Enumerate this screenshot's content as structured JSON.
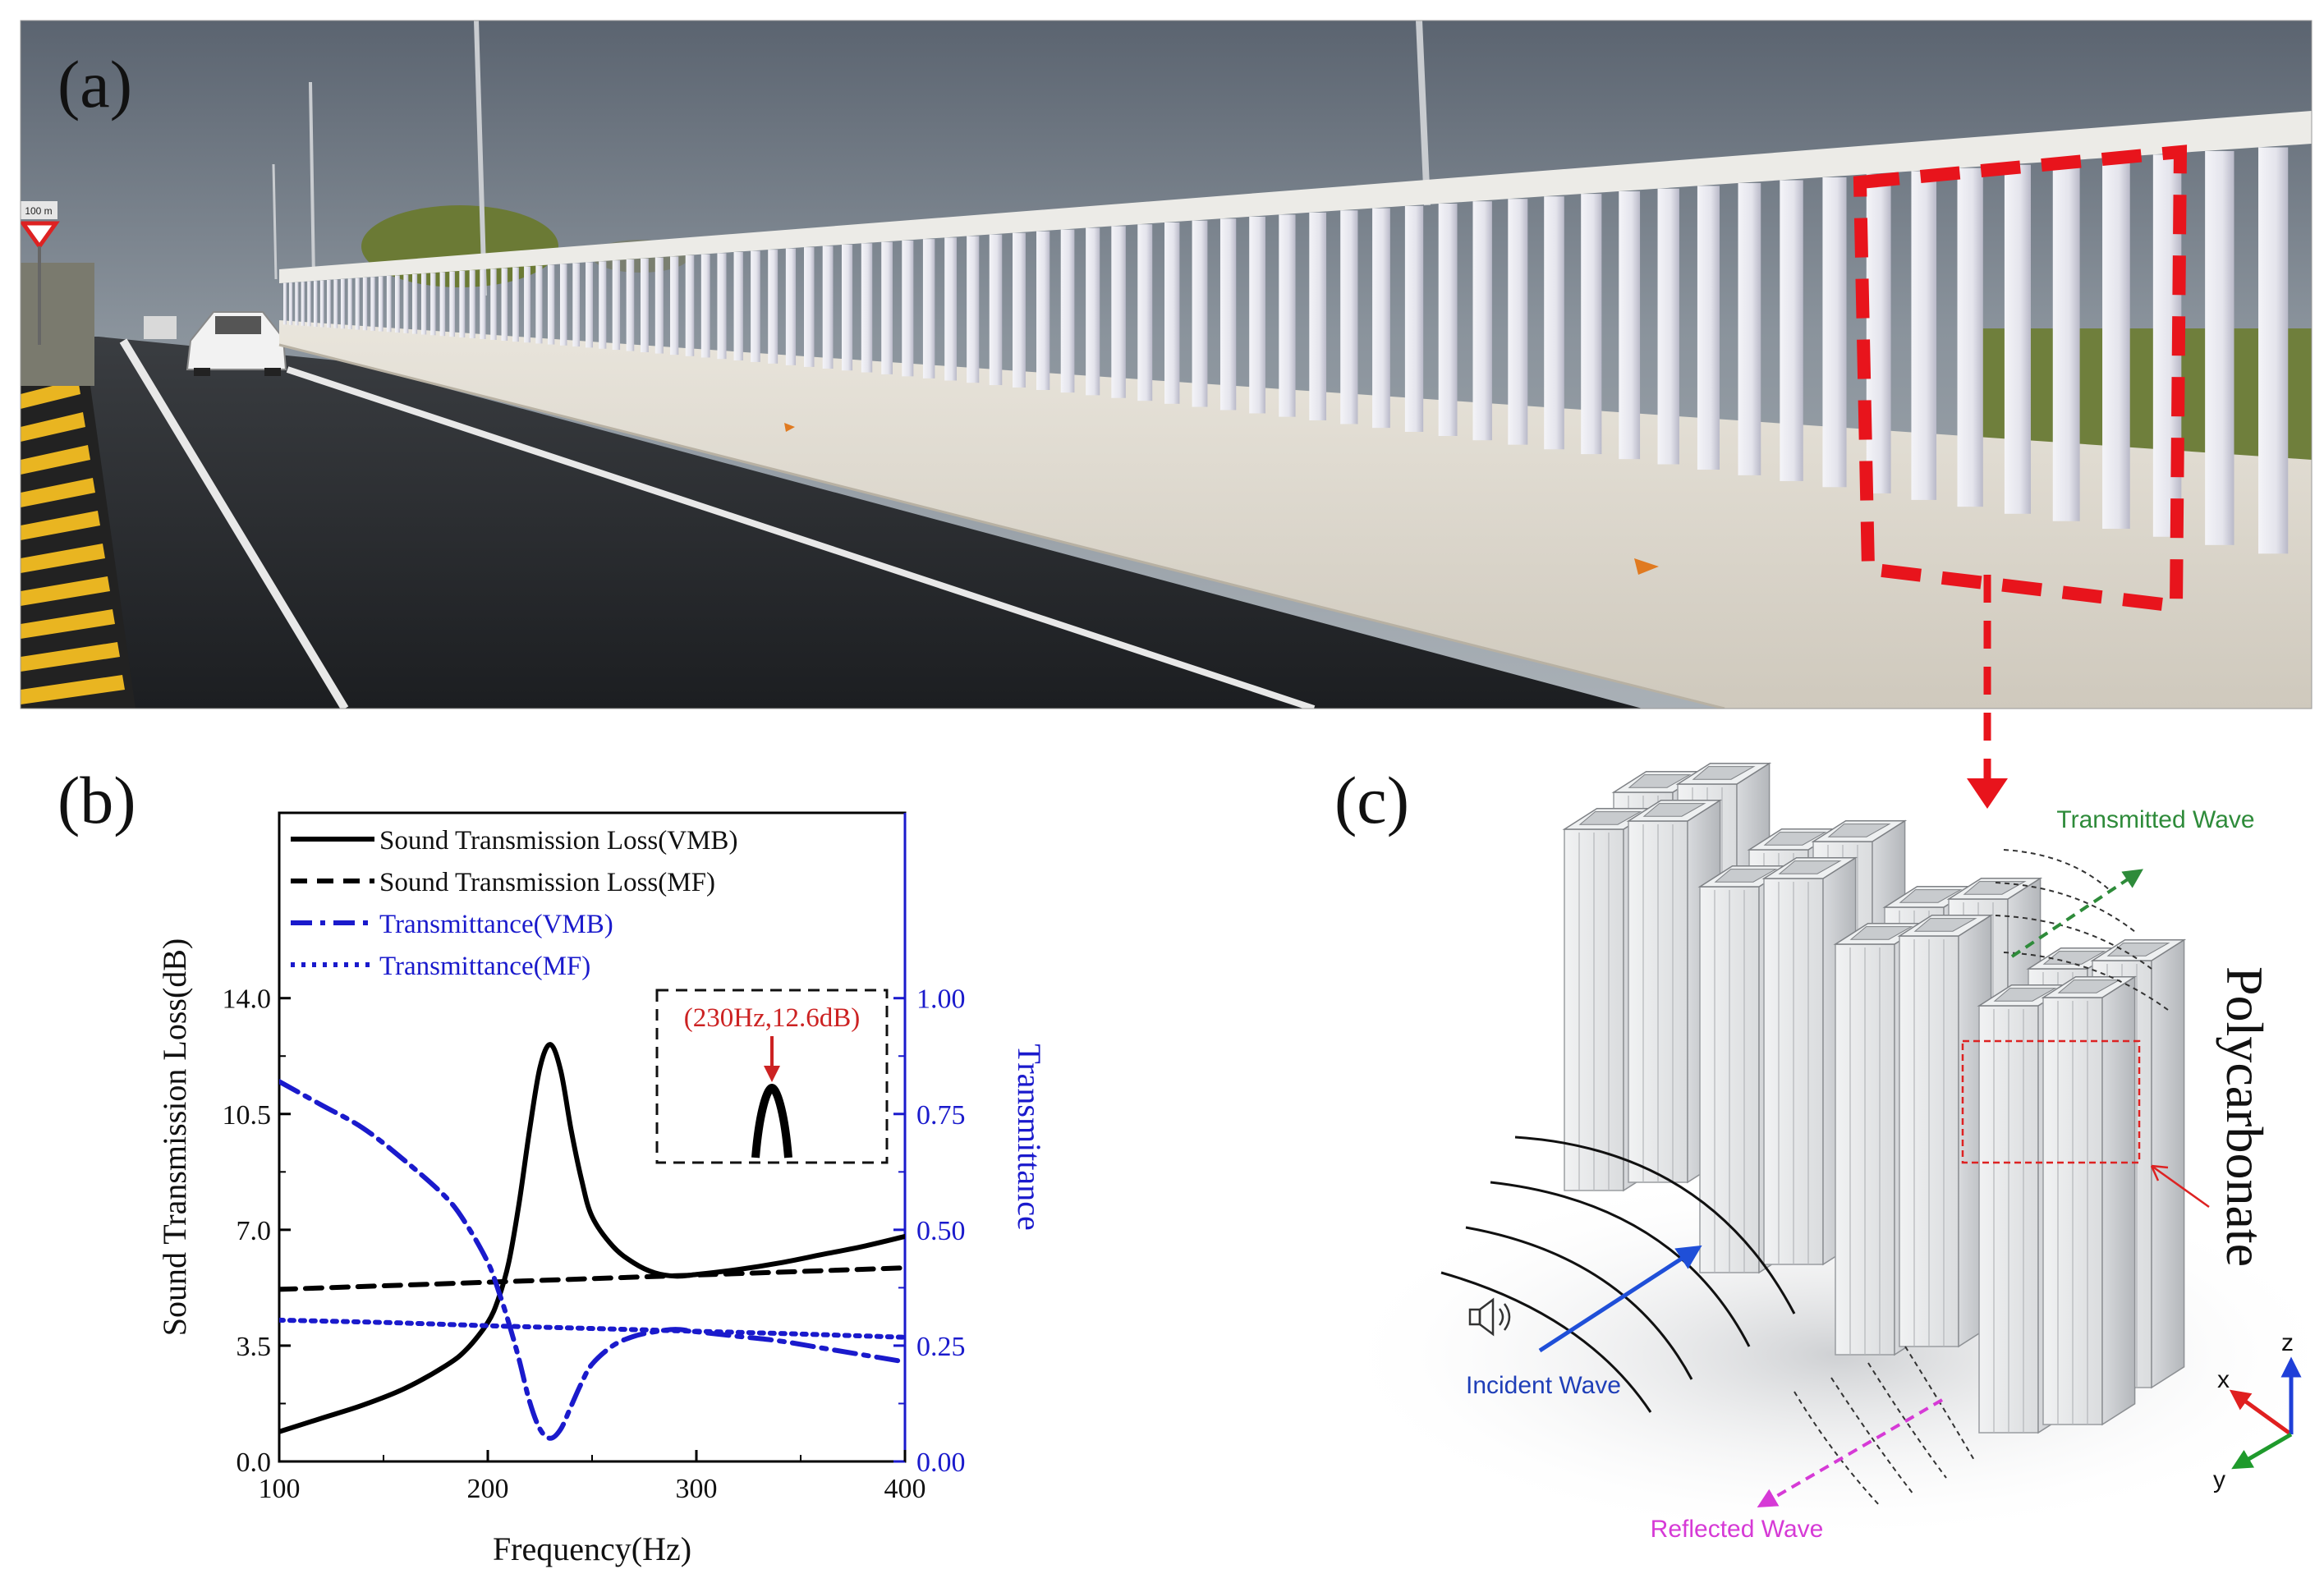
{
  "panels": {
    "a": {
      "label": "(a)"
    },
    "b": {
      "label": "(b)"
    },
    "c": {
      "label": "(c)"
    }
  },
  "photo": {
    "sign_text": "100 m"
  },
  "inset": {
    "label": "(230Hz,12.6dB)",
    "label_color": "#cc2222"
  },
  "colors": {
    "vmb_stl": "#000000",
    "mf_stl": "#000000",
    "vmb_t": "#1a1acc",
    "mf_t": "#1a1acc",
    "highlight": "#e8141c",
    "transmitted": "#2e8b3a",
    "incident": "#1f4fd8",
    "reflected": "#d63ad6"
  },
  "chart_data": {
    "type": "line",
    "xlabel": "Frequency(Hz)",
    "ylabel": "Sound Transmission Loss(dB)",
    "y2label": "Transmittance",
    "xlim": [
      100,
      400
    ],
    "ylim": [
      0,
      19.6
    ],
    "y2lim": [
      0,
      1.4
    ],
    "xticks": [
      "100",
      "200",
      "300",
      "400"
    ],
    "yticks": [
      "0.0",
      "3.5",
      "7.0",
      "10.5",
      "14.0"
    ],
    "y2ticks": [
      "0.00",
      "0.25",
      "0.50",
      "0.75",
      "1.00"
    ],
    "legend_position": "top-center",
    "annotation": {
      "x": 230,
      "y": 12.6,
      "text": "(230Hz,12.6dB)"
    },
    "series": [
      {
        "name": "Sound Transmission Loss(VMB)",
        "axis": "left",
        "style": "solid",
        "x": [
          100,
          120,
          140,
          160,
          180,
          190,
          200,
          205,
          210,
          215,
          220,
          225,
          230,
          235,
          240,
          245,
          250,
          260,
          270,
          280,
          290,
          300,
          320,
          340,
          360,
          380,
          400
        ],
        "y": [
          0.9,
          1.3,
          1.7,
          2.2,
          2.9,
          3.4,
          4.2,
          4.9,
          6.0,
          7.8,
          10.0,
          11.9,
          12.6,
          11.8,
          10.0,
          8.5,
          7.4,
          6.5,
          6.0,
          5.7,
          5.6,
          5.65,
          5.8,
          6.0,
          6.25,
          6.5,
          6.8
        ]
      },
      {
        "name": "Sound Transmission Loss(MF)",
        "axis": "left",
        "style": "dashed",
        "x": [
          100,
          400
        ],
        "y": [
          5.2,
          5.85
        ]
      },
      {
        "name": "Transmittance(VMB)",
        "axis": "right",
        "style": "dashdot",
        "x": [
          100,
          120,
          140,
          160,
          180,
          190,
          200,
          205,
          210,
          215,
          220,
          225,
          230,
          235,
          240,
          245,
          250,
          260,
          270,
          280,
          290,
          300,
          320,
          340,
          360,
          380,
          400
        ],
        "y": [
          0.82,
          0.77,
          0.72,
          0.65,
          0.57,
          0.51,
          0.43,
          0.37,
          0.3,
          0.22,
          0.13,
          0.07,
          0.05,
          0.07,
          0.12,
          0.17,
          0.21,
          0.25,
          0.27,
          0.28,
          0.285,
          0.28,
          0.27,
          0.26,
          0.245,
          0.23,
          0.215
        ]
      },
      {
        "name": "Transmittance(MF)",
        "axis": "right",
        "style": "dotted",
        "x": [
          100,
          150,
          200,
          250,
          300,
          350,
          400
        ],
        "y": [
          0.305,
          0.3,
          0.293,
          0.287,
          0.281,
          0.275,
          0.268
        ]
      }
    ]
  },
  "diagram": {
    "transmitted_label": "Transmitted Wave",
    "incident_label": "Incident Wave",
    "reflected_label": "Reflected Wave",
    "material_label": "Polycarbonate",
    "axis_x": "x",
    "axis_y": "y",
    "axis_z": "z"
  }
}
